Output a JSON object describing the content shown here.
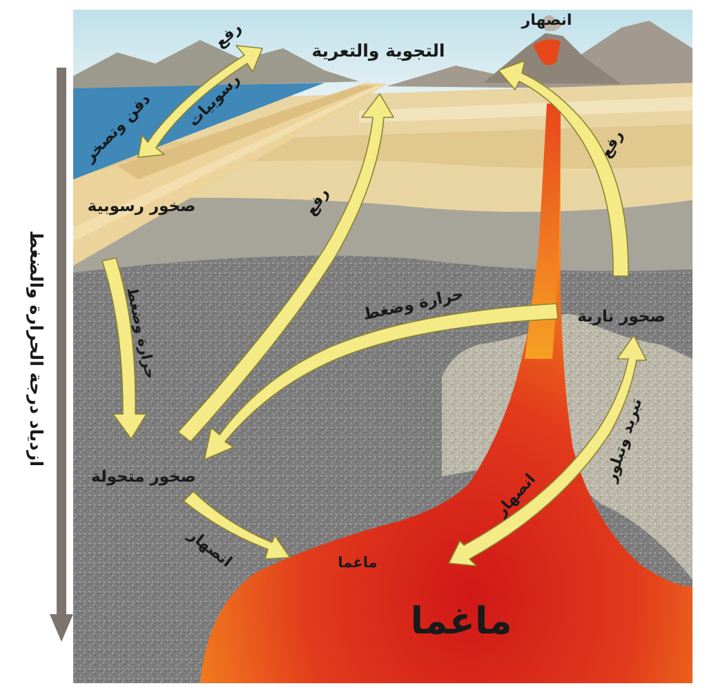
{
  "side_axis": {
    "label": "ازدياد درجة الحرارة والضغط"
  },
  "labels": {
    "weathering_erosion": "التجوية والتعرية",
    "melting_top": "انصهار",
    "uplift_top_left": "رفع",
    "sediments": "رسوبيات",
    "burial_cementation": "دفن وتصخر",
    "sedimentary_rocks": "صخور رسوبية",
    "uplift_middle": "رفع",
    "uplift_right": "رفع",
    "heat_pressure_middle": "حرارة وضغط",
    "igneous_rocks": "صخور نارية",
    "heat_pressure_left": "حرارة وضغط",
    "cooling_crystallization": "تبريد وتبلور",
    "metamorphic_rocks": "صخور متحولة",
    "melting_right": "انصهار",
    "melting_left": "انصهار",
    "magma_small": "ماغما",
    "magma_large": "ماغما"
  },
  "colors": {
    "arrow_fill": "#f4ea86",
    "arrow_stroke": "#8a8230",
    "magma_core": "#d81f1f",
    "magma_edge": "#f7a21e",
    "sky": "#cfe6ee",
    "water": "#3f88b8",
    "rock_gray": "#7b7b7b",
    "sediment_tan": "#e9cf97",
    "axis_arrow": "#7d746d"
  }
}
